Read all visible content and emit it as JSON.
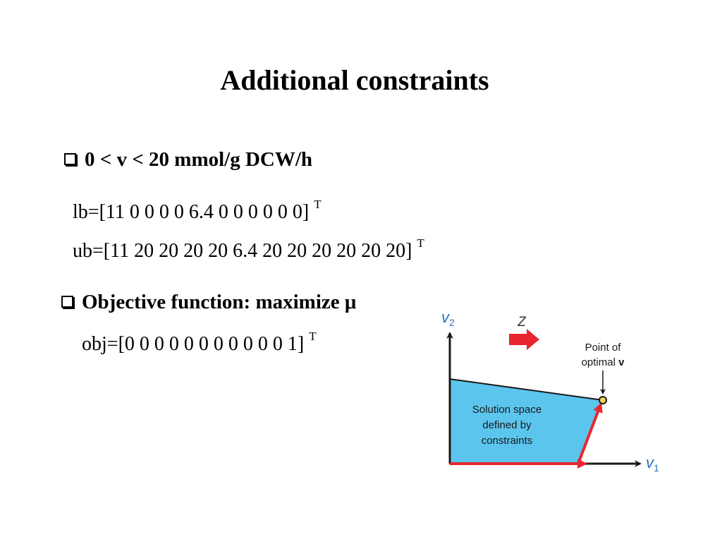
{
  "slide": {
    "title": "Additional constraints",
    "bullets": [
      {
        "text": "0 < v < 20 mmol/g DCW/h"
      },
      {
        "text": "Objective function: maximize μ"
      }
    ],
    "vectors": {
      "lb": {
        "text": "lb=[11 0 0 0 0 6.4 0 0 0 0 0 0]",
        "sup": "T"
      },
      "ub": {
        "text": "ub=[11 20 20 20 20 6.4 20 20 20 20 20 20]",
        "sup": "T"
      },
      "obj": {
        "text": "obj=[0 0 0 0 0 0 0 0 0 0 0 1]",
        "sup": "T"
      }
    }
  },
  "figure": {
    "y_axis_var": "v",
    "y_axis_sub": "2",
    "x_axis_var": "v",
    "x_axis_sub": "1",
    "direction_label": "Z",
    "point_label_line1": "Point of",
    "point_label_line2": "optimal ",
    "point_label_bold": "v",
    "region_line1": "Solution space",
    "region_line2": "defined by",
    "region_line3": "constraints",
    "colors": {
      "region_fill": "#5cc5ee",
      "axis_label": "#2a72b8",
      "arrow_red": "#e8262f",
      "point_fill": "#f5d35a"
    }
  }
}
